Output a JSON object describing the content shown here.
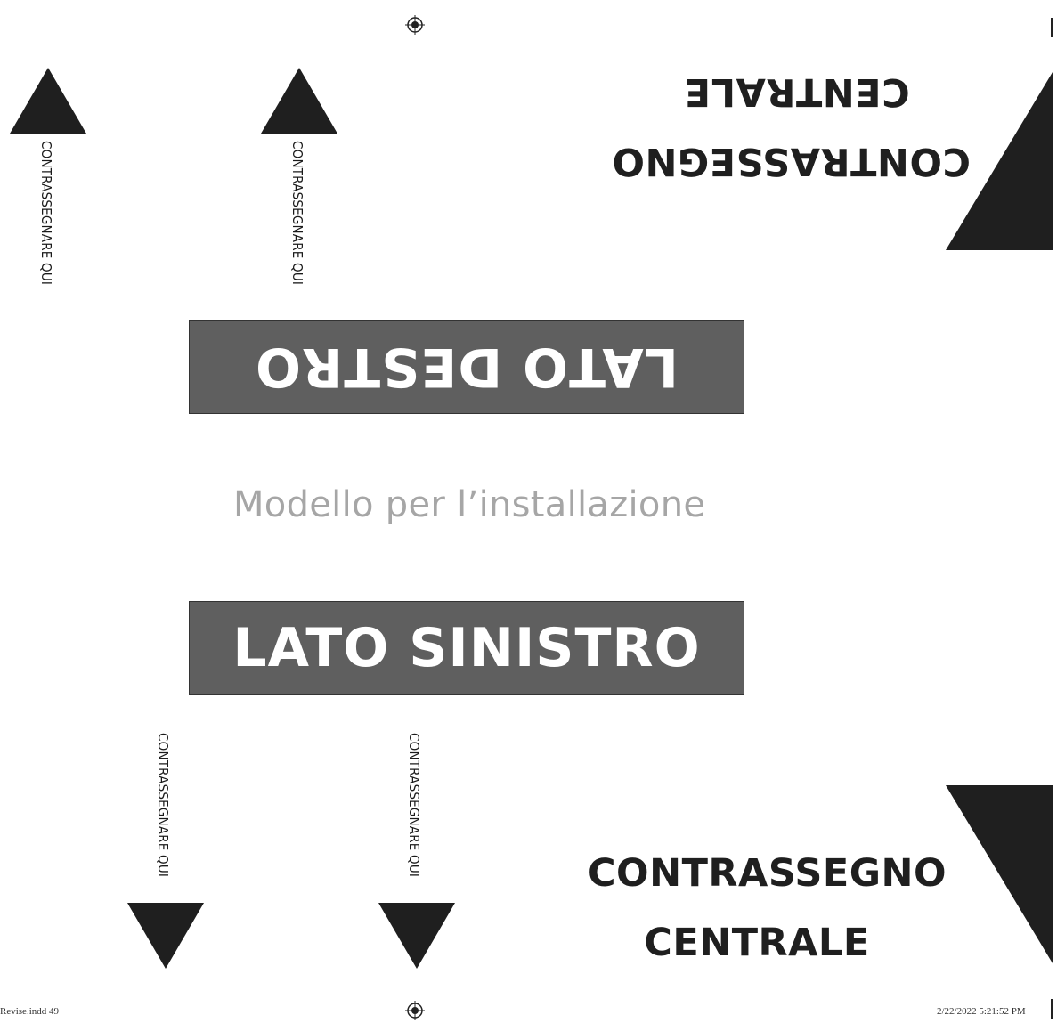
{
  "sheet": {
    "subtitle": "Modello per l’installazione",
    "right_side_label": "LATO DESTRO",
    "left_side_label": "LATO SINISTRO",
    "mark_here_label": "CONTRASSEGNARE QUI",
    "center_mark": {
      "line1": "CONTRASSEGNO",
      "line2": "CENTRALE"
    }
  },
  "footer": {
    "file_name": "Revise.indd  49",
    "timestamp": "2/22/2022   5:21:52 PM"
  },
  "colors": {
    "banner": "#5f5f5f",
    "subtitle": "#a6a6a6",
    "ink": "#1f1f1f"
  }
}
